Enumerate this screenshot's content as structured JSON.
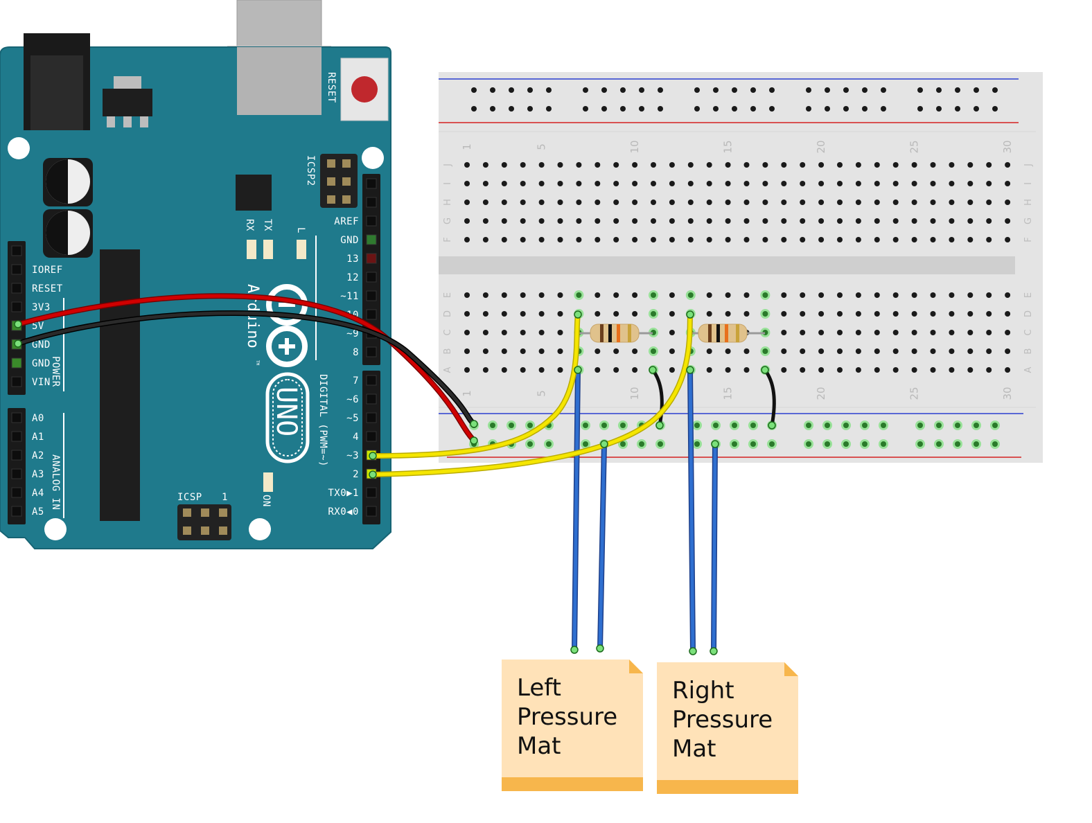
{
  "arduino": {
    "reset_label": "RESET",
    "icsp2_label": "ICSP2",
    "icsp_label": "ICSP",
    "icsp_pin1_label": "1",
    "rx_label": "RX",
    "tx_label": "TX",
    "l_label": "L",
    "on_label": "ON",
    "logo_text": "Arduino",
    "trademark": "TM",
    "model_label": "UNO",
    "digital_label": "DIGITAL (PWM=~)",
    "power_label": "POWER",
    "analog_label": "ANALOG IN",
    "power_pins": [
      "IOREF",
      "RESET",
      "3V3",
      "5V",
      "GND",
      "GND",
      "VIN"
    ],
    "analog_pins": [
      "A0",
      "A1",
      "A2",
      "A3",
      "A4",
      "A5"
    ],
    "digital_pins_top": [
      "AREF",
      "GND",
      "13",
      "12",
      "~11",
      "~10",
      "~9",
      "8"
    ],
    "digital_pins_bottom": [
      "7",
      "~6",
      "~5",
      "4",
      "~3",
      "2",
      "TX0▶1",
      "RX0◀0"
    ]
  },
  "breadboard": {
    "column_numbers": [
      "1",
      "5",
      "10",
      "15",
      "20",
      "25",
      "30"
    ],
    "row_letters_top": [
      "J",
      "I",
      "H",
      "G",
      "F"
    ],
    "row_letters_bottom": [
      "E",
      "D",
      "C",
      "B",
      "A"
    ]
  },
  "notes": [
    {
      "lines": [
        "Left",
        "Pressure",
        "Mat"
      ]
    },
    {
      "lines": [
        "Right",
        "Pressure",
        "Mat"
      ]
    }
  ],
  "colors": {
    "board": "#1f7a8c",
    "wire_power": "#d10000",
    "wire_ground": "#222222",
    "wire_signal": "#f5e600",
    "wire_sensor": "#2a5db0",
    "note_fill": "#ffe2b8",
    "note_band": "#f7b64c"
  }
}
